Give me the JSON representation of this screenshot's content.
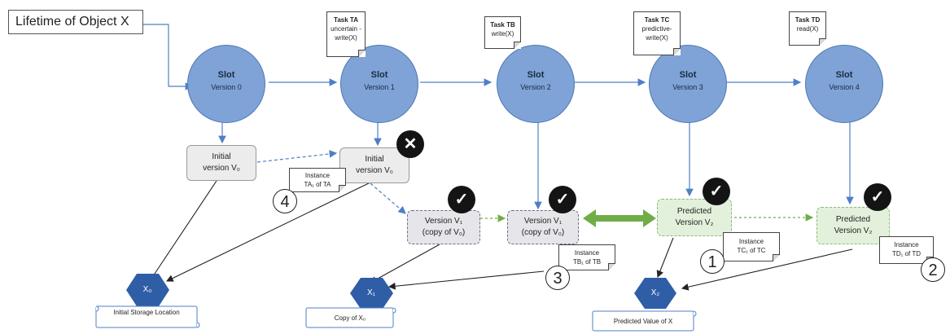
{
  "title": "Lifetime of Object X",
  "slots": [
    {
      "title": "Slot",
      "version": "Version 0"
    },
    {
      "title": "Slot",
      "version": "Version 1"
    },
    {
      "title": "Slot",
      "version": "Version 2"
    },
    {
      "title": "Slot",
      "version": "Version 3"
    },
    {
      "title": "Slot",
      "version": "Version 4"
    }
  ],
  "tasks": [
    {
      "name": "Task TA",
      "op": "uncertain -write(X)"
    },
    {
      "name": "Task TB",
      "op": "write(X)"
    },
    {
      "name": "Task TC",
      "op": "predictive- write(X)"
    },
    {
      "name": "Task TD",
      "op": "read(X)"
    }
  ],
  "versions": {
    "v0_initial_a": {
      "line1": "Initial",
      "line2": "version V₀"
    },
    "v0_initial_b": {
      "line1": "Initial",
      "line2": "version V₀"
    },
    "v1_copy_a": {
      "line1": "Version V₁",
      "line2": "(copy of V₀)"
    },
    "v1_copy_b": {
      "line1": "Version V₁",
      "line2": "(copy of V₀)"
    },
    "v2_pred_a": {
      "line1": "Predicted",
      "line2": "Version V₂"
    },
    "v2_pred_b": {
      "line1": "Predicted",
      "line2": "Version V₂"
    }
  },
  "instances": {
    "ta": {
      "line1": "Instance",
      "line2": "TA₁ of TA"
    },
    "tb": {
      "line1": "Instance",
      "line2": "TB₁ of TB"
    },
    "tc": {
      "line1": "Instance",
      "line2": "TC₁ of TC"
    },
    "td": {
      "line1": "Instance",
      "line2": "TD₁ of TD"
    }
  },
  "storage": [
    {
      "hex": "X₀",
      "label": "Initial Storage Location"
    },
    {
      "hex": "X₁",
      "label": "Copy of X₀"
    },
    {
      "hex": "X₂",
      "label": "Predicted Value of X"
    }
  ],
  "badges": {
    "cross": "✕",
    "check": "✓"
  },
  "numbers": [
    "4",
    "3",
    "1",
    "2"
  ],
  "colors": {
    "slot": "#7fa3d6",
    "arrow": "#4f7fc4",
    "hex": "#2f5ea6",
    "double_arrow": "#70ad47"
  }
}
